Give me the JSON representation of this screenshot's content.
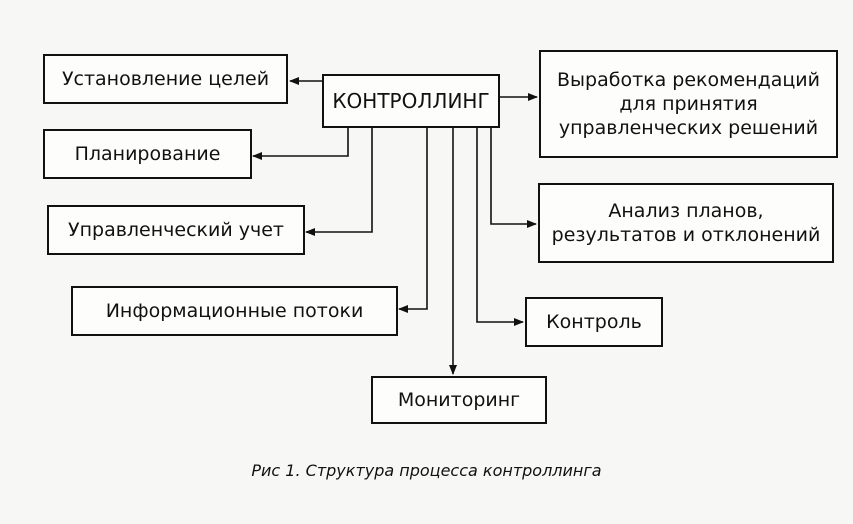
{
  "diagram": {
    "center": {
      "label": "КОНТРОЛЛИНГ"
    },
    "nodes": {
      "goals": {
        "lines": [
          "Установление целей"
        ]
      },
      "planning": {
        "lines": [
          "Планирование"
        ]
      },
      "accounting": {
        "lines": [
          "Управленческий учет"
        ]
      },
      "info_flows": {
        "lines": [
          "Информационные потоки"
        ]
      },
      "monitoring": {
        "lines": [
          "Мониторинг"
        ]
      },
      "recommendations": {
        "lines": [
          "Выработка рекомендаций",
          "для принятия",
          "управленческих решений"
        ]
      },
      "analysis": {
        "lines": [
          "Анализ планов,",
          "результатов и отклонений"
        ]
      },
      "control": {
        "lines": [
          "Контроль"
        ]
      }
    },
    "edges": [
      {
        "from": "center",
        "to": "goals"
      },
      {
        "from": "center",
        "to": "planning"
      },
      {
        "from": "center",
        "to": "accounting"
      },
      {
        "from": "center",
        "to": "info_flows"
      },
      {
        "from": "center",
        "to": "monitoring"
      },
      {
        "from": "center",
        "to": "recommendations"
      },
      {
        "from": "center",
        "to": "analysis"
      },
      {
        "from": "center",
        "to": "control"
      }
    ],
    "line_color": "#111111"
  },
  "caption": "Рис 1. Структура процесса контроллинга"
}
